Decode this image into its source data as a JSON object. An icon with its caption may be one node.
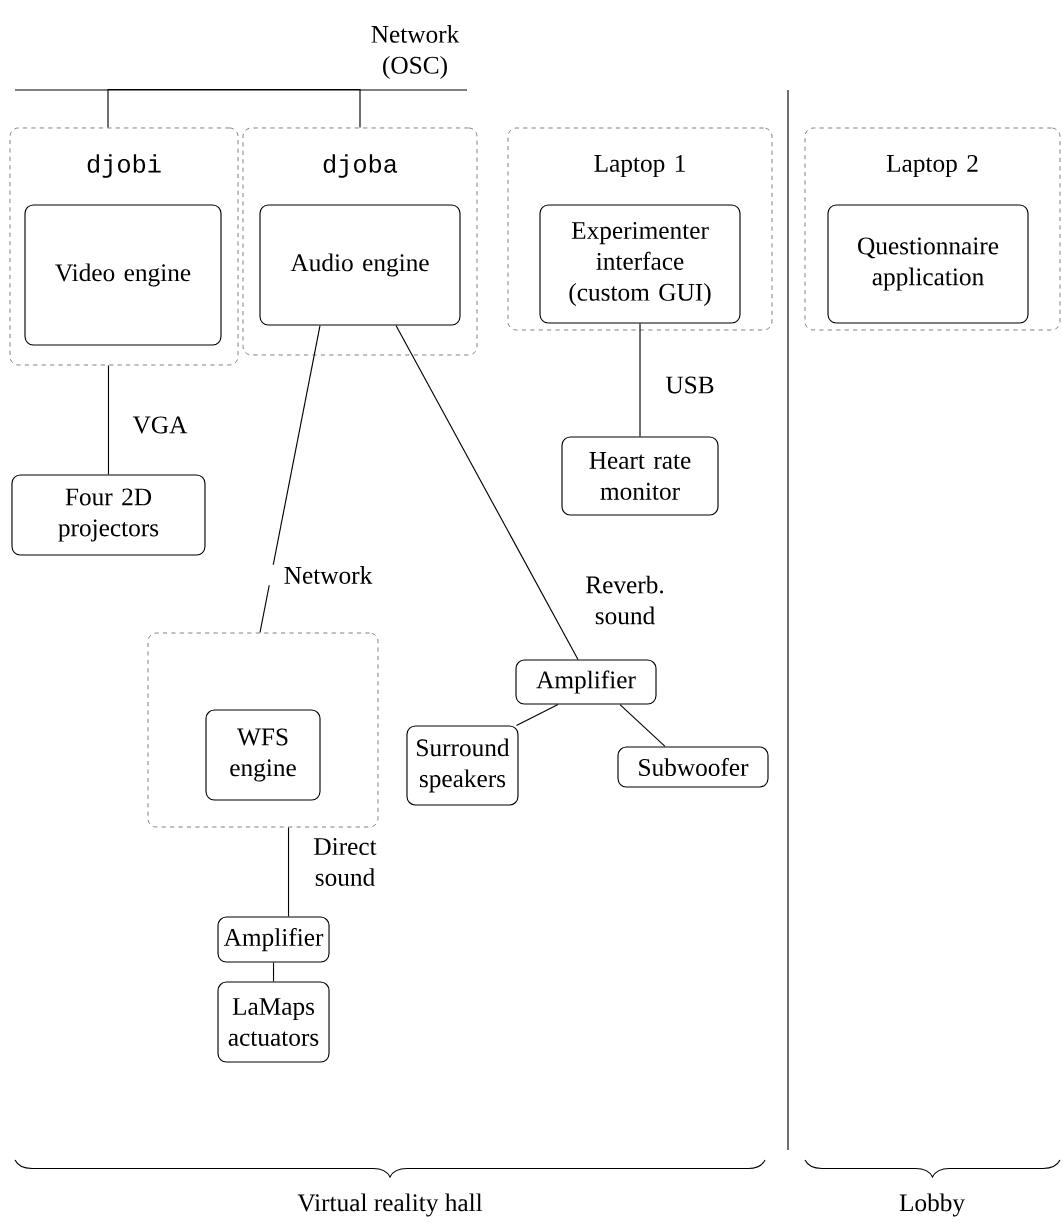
{
  "diagram": {
    "nodes": [
      {
        "text": [
          "djobi"
        ]
      },
      {
        "text": [
          "Video engine"
        ],
        "in": 0
      },
      {
        "text": [
          "djoba"
        ]
      },
      {
        "text": [
          "Audio engine"
        ],
        "in": 2
      },
      {
        "text": [
          "Laptop 1"
        ]
      },
      {
        "text": [
          "Experimenter interface (custom GUI)"
        ],
        "in": 4
      },
      {
        "text": [
          "Laptop 2"
        ]
      },
      {
        "text": [
          "Questionnaire application"
        ],
        "in": 6
      },
      {
        "text": [
          "Four 2D projectors"
        ]
      },
      {
        "text": [
          "Heart rate monitor"
        ]
      },
      {
        "text": [],
        "shape": "box"
      },
      {
        "text": [
          "WFS engine"
        ],
        "in": 10
      },
      {
        "text": [
          "Amplifier"
        ]
      },
      {
        "text": [
          "Surround speakers"
        ]
      },
      {
        "text": [
          "Subwoofer"
        ]
      },
      {
        "text": [
          "Amplifier"
        ]
      },
      {
        "text": [
          "LaMaps actuators"
        ]
      }
    ],
    "edges": [
      {
        "from": 0,
        "to": 2,
        "arrow": "none",
        "label": "Network (OSC)"
      },
      {
        "from": 0,
        "to": 8,
        "arrow": "none",
        "label": "VGA"
      },
      {
        "from": 3,
        "to": 10,
        "arrow": "none",
        "label": "Network"
      },
      {
        "from": 3,
        "to": 12,
        "arrow": "none",
        "label": "Reverb. sound"
      },
      {
        "from": 5,
        "to": 9,
        "arrow": "none",
        "label": "USB"
      },
      {
        "from": 12,
        "to": 13,
        "arrow": "none"
      },
      {
        "from": 12,
        "to": 14,
        "arrow": "none"
      },
      {
        "from": 10,
        "to": 15,
        "arrow": "none",
        "label": "Direct sound"
      },
      {
        "from": 15,
        "to": 16,
        "arrow": "none"
      }
    ],
    "labels": [
      "Virtual reality hall",
      "Lobby"
    ]
  }
}
